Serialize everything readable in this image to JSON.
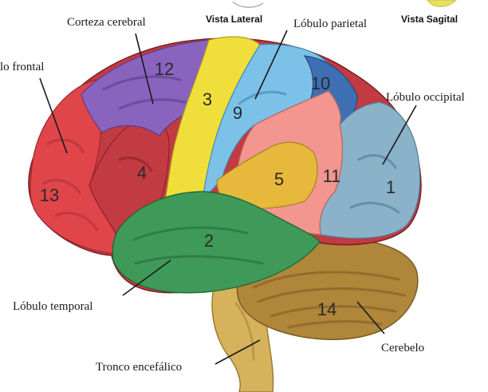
{
  "headings": {
    "lateral": "Vista Lateral",
    "sagittal": "Vista Sagital"
  },
  "labels": {
    "frontal": "lo frontal",
    "cortex": "Corteza cerebral",
    "parietal": "Lóbulo parietal",
    "occipital": "Lóbulo occipital",
    "temporal": "Lóbulo temporal",
    "brainstem": "Tronco encefálico",
    "cerebellum": "Cerebelo"
  },
  "regions": {
    "r1": "1",
    "r2": "2",
    "r3": "3",
    "r4": "4",
    "r5": "5",
    "r9": "9",
    "r10": "10",
    "r11": "11",
    "r12": "12",
    "r13": "13",
    "r14": "14"
  },
  "colors": {
    "frontal": "#e0454a",
    "premotor": "#c23a42",
    "cortex": "#8a63bf",
    "motor": "#f0df3a",
    "parietal": "#7cc2e8",
    "parietal_dark": "#3f6fb3",
    "supramarginal": "#f2968f",
    "auditory": "#e6b83c",
    "occipital": "#8ab2c8",
    "temporal": "#3f9a5a",
    "cerebellum": "#b0863b",
    "brainstem": "#d7b25c"
  }
}
